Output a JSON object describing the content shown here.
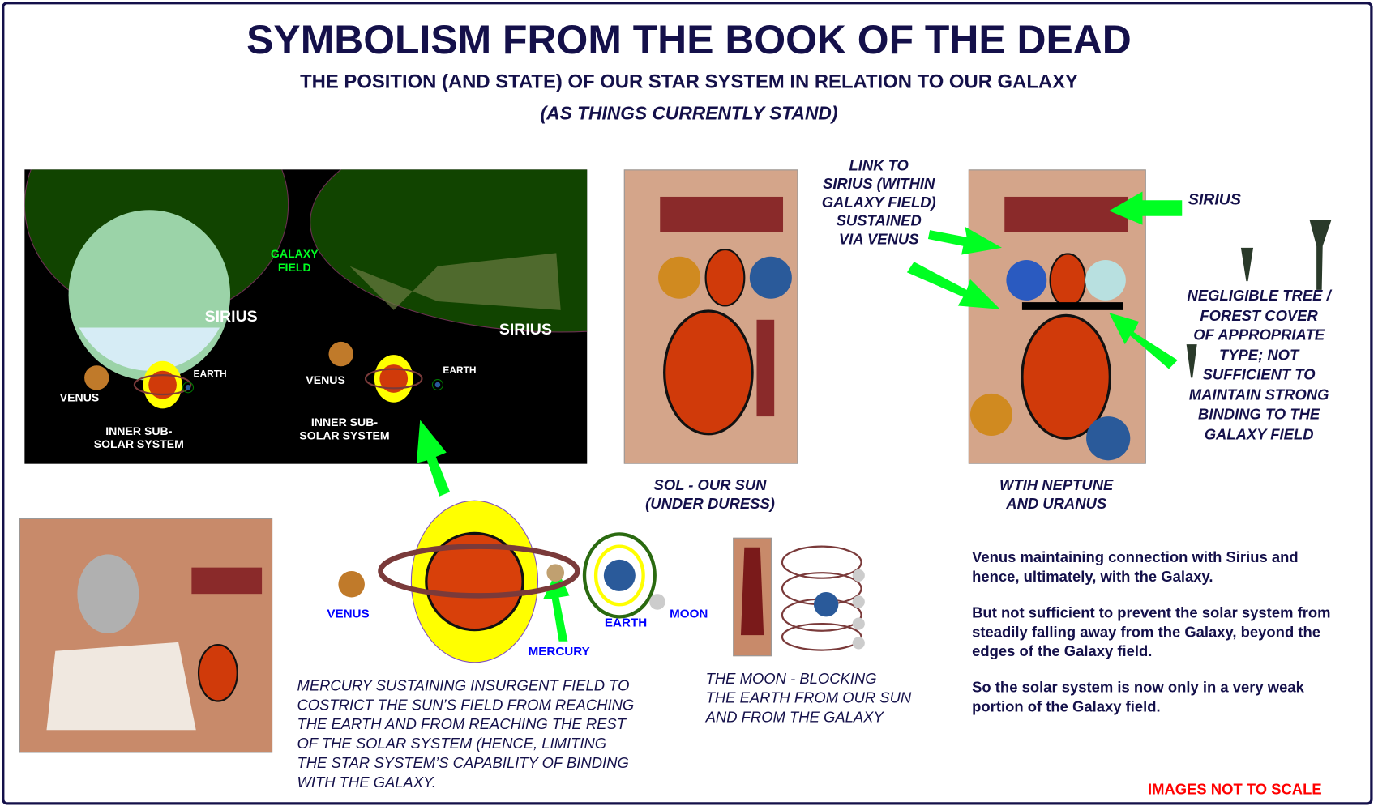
{
  "header": {
    "title": "SYMBOLISM FROM THE BOOK OF THE DEAD",
    "subtitle": "THE POSITION (AND STATE) OF OUR STAR SYSTEM IN RELATION TO OUR GALAXY",
    "note": "(AS THINGS CURRENTLY STAND)"
  },
  "galaxy_panel": {
    "galaxy_field": [
      "GALAXY",
      "FIELD"
    ],
    "sirius_left": "SIRIUS",
    "sirius_right": "SIRIUS",
    "venus_a": "VENUS",
    "earth_a": "EARTH",
    "inner_a": [
      "INNER SUB-",
      "SOLAR SYSTEM"
    ],
    "venus_b": "VENUS",
    "earth_b": "EARTH",
    "inner_b": [
      "INNER SUB-",
      "SOLAR SYSTEM"
    ]
  },
  "sol_panel": {
    "caption": [
      "SOL - OUR SUN",
      "(UNDER DURESS)"
    ]
  },
  "link_label": [
    "LINK TO",
    "SIRIUS (WITHIN",
    "GALAXY FIELD)",
    "SUSTAINED",
    "VIA VENUS"
  ],
  "neptune_panel": {
    "caption": [
      "WTIH NEPTUNE",
      "AND URANUS"
    ],
    "sirius": "SIRIUS"
  },
  "tree_note": [
    "NEGLIGIBLE TREE /",
    "FOREST COVER",
    "OF APPROPRIATE",
    "TYPE;  NOT",
    "SUFFICIENT TO",
    "MAINTAIN STRONG",
    "BINDING TO THE",
    "GALAXY FIELD"
  ],
  "system": {
    "venus": "VENUS",
    "mercury": "MERCURY",
    "earth": "EARTH",
    "moon": "MOON"
  },
  "mercury_caption": [
    "MERCURY SUSTAINING INSURGENT FIELD TO",
    "COSTRICT THE SUN’S FIELD FROM REACHING",
    "THE EARTH AND FROM  REACHING THE REST",
    "OF THE SOLAR  SYSTEM (HENCE, LIMITING",
    "THE STAR SYSTEM’S CAPABILITY OF BINDING",
    "WITH THE GALAXY."
  ],
  "moon_caption": [
    "THE MOON - BLOCKING",
    "THE EARTH FROM OUR SUN",
    "AND FROM THE GALAXY"
  ],
  "body": [
    "Venus maintaining connection with Sirius and hence, ultimately, with the Galaxy.",
    "But not sufficient to prevent the solar system from steadily falling away from the Galaxy, beyond the edges of the Galaxy field.",
    "So the solar system is now only in a very weak portion of the Galaxy field."
  ],
  "footer": "IMAGES NOT TO SCALE",
  "colors": {
    "navy": "#14104a",
    "arrow": "#00ff22",
    "red": "#ff0000",
    "field": "#114400",
    "sun": "#ffff00"
  }
}
